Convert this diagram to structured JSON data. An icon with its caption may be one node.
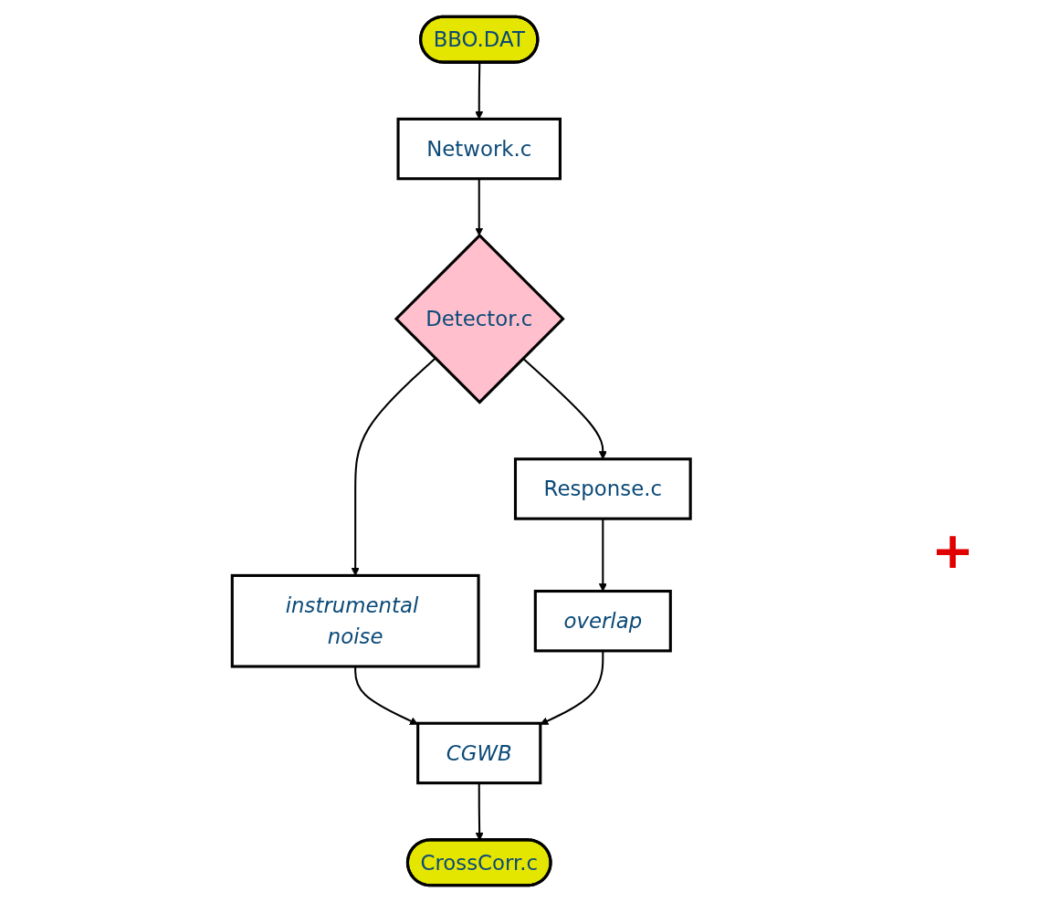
{
  "diagram": {
    "nodes": [
      {
        "text": [
          "BBO.DAT"
        ]
      },
      {
        "text": [
          "Network.c"
        ]
      },
      {
        "text": [
          "Detector.c"
        ]
      },
      {
        "text": [
          "Response.c"
        ]
      },
      {
        "text": [
          "overlap"
        ]
      },
      {
        "text": [
          "instrumental noise"
        ]
      },
      {
        "text": [
          "CGWB"
        ]
      },
      {
        "text": [
          "CrossCorr.c"
        ]
      }
    ],
    "edges": [
      {
        "from": 0,
        "to": 1,
        "arrow": "to"
      },
      {
        "from": 1,
        "to": 2,
        "arrow": "to"
      },
      {
        "from": 2,
        "to": 3,
        "arrow": "to"
      },
      {
        "from": 3,
        "to": 4,
        "arrow": "to"
      },
      {
        "from": 2,
        "to": 5,
        "arrow": "to"
      },
      {
        "from": 5,
        "to": 6,
        "arrow": "to"
      },
      {
        "from": 4,
        "to": 6,
        "arrow": "to"
      },
      {
        "from": 6,
        "to": 7,
        "arrow": "to"
      }
    ],
    "labels": [
      "+"
    ]
  }
}
